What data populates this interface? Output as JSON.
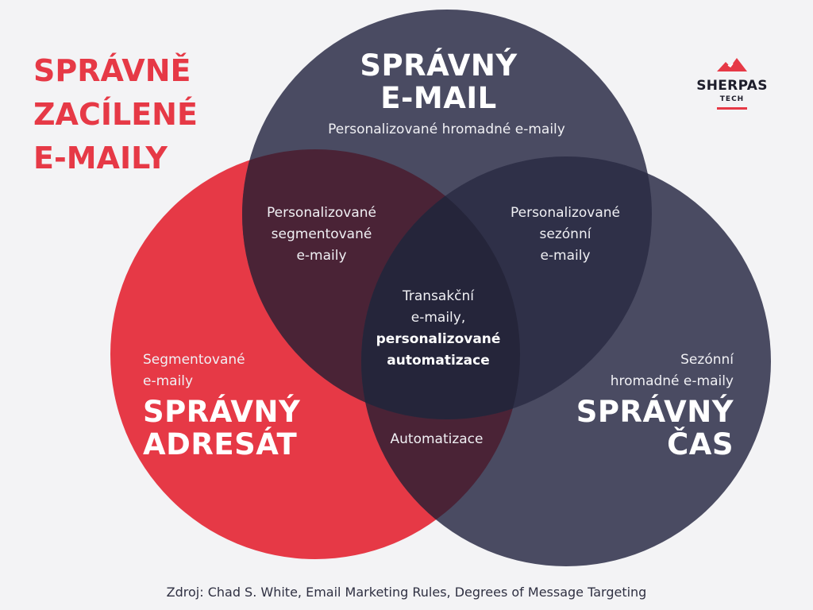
{
  "title": "SPRÁVNĚ\nZACÍLENÉ\nE-MAILY",
  "logo": {
    "name": "SHERPAS",
    "sub": "TECH"
  },
  "colors": {
    "background": "#f3f3f5",
    "red": "#e63946",
    "navy": "#3c3d55",
    "overlap_red_navy": "#4a2336",
    "overlap_navy_navy": "#2b2c44",
    "center": "#25253a"
  },
  "circles": {
    "email": {
      "heading": "SPRÁVNÝ\nE-MAIL",
      "desc": "Personalizované hromadné e-maily"
    },
    "recipient": {
      "heading": "SPRÁVNÝ\nADRESÁT",
      "desc_line1": "Segmentované",
      "desc_line2": "e-maily"
    },
    "time": {
      "heading": "SPRÁVNÝ\nČAS",
      "desc_line1": "Sezónní",
      "desc_line2": "hromadné e-maily"
    }
  },
  "overlaps": {
    "email_recipient": {
      "line1": "Personalizované",
      "line2": "segmentované",
      "line3": "e-maily"
    },
    "email_time": {
      "line1": "Personalizované",
      "line2": "sezónní",
      "line3": "e-maily"
    },
    "recipient_time": {
      "text": "Automatizace"
    },
    "center": {
      "line1": "Transakční",
      "line2": "e-maily,",
      "line3": "personalizované",
      "line4": "automatizace"
    }
  },
  "source": "Zdroj: Chad S. White, Email Marketing Rules, Degrees of Message Targeting"
}
